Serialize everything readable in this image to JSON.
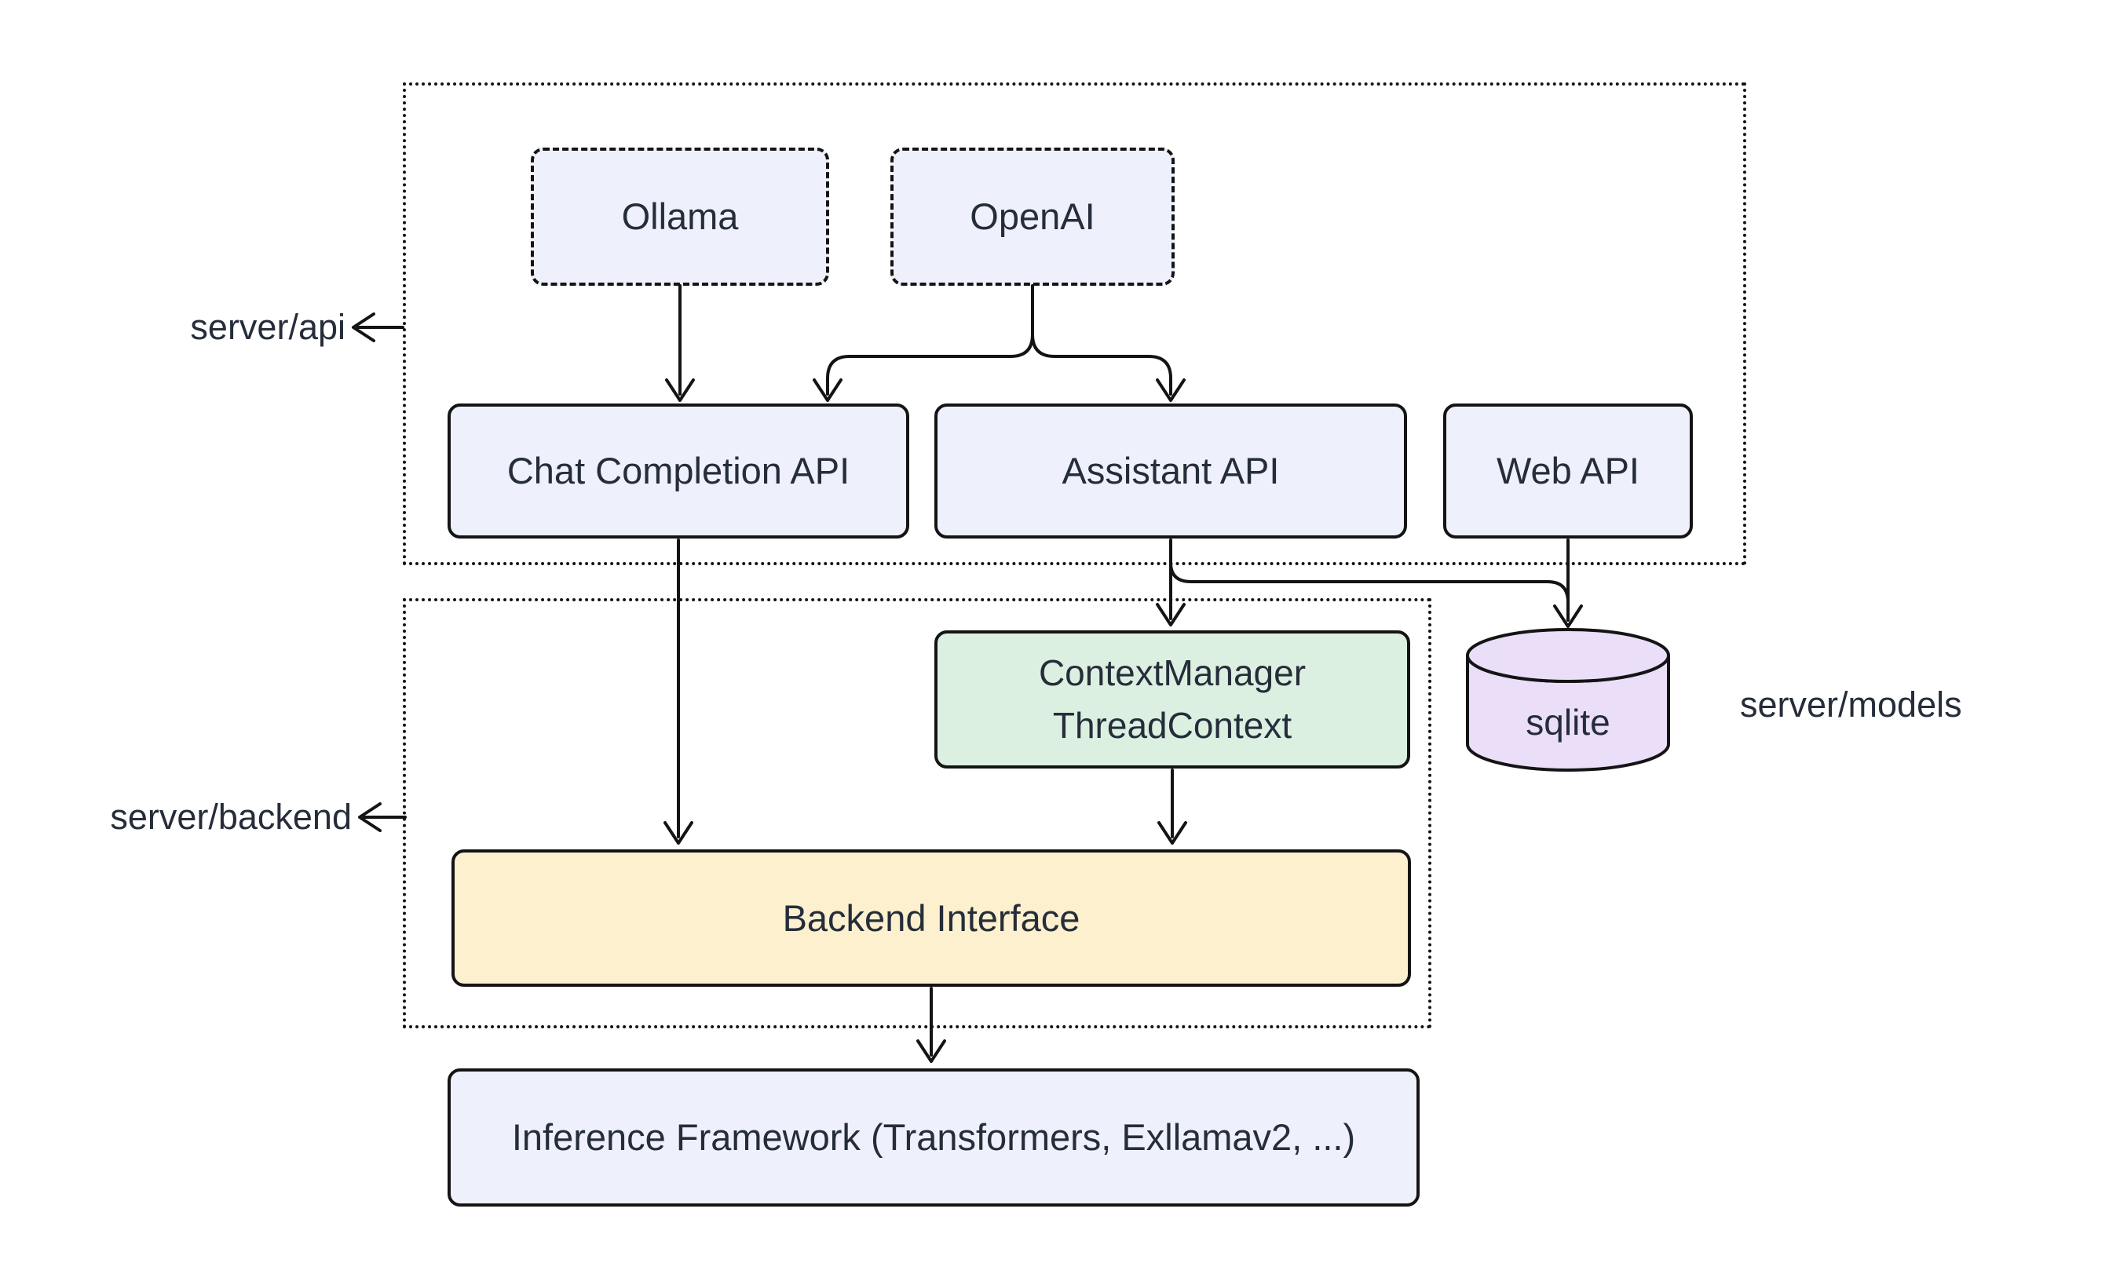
{
  "canvas": {
    "background": "#ffffff"
  },
  "colors": {
    "stroke": "#141414",
    "text": "#262d3a",
    "background": "#ffffff",
    "blue_fill": "#eef1fb",
    "green_fill": "#dcf0e2",
    "yellow_fill": "#fdf0ce",
    "purple_fill": "#eadef8"
  },
  "groups": {
    "api": {
      "label": "server/api"
    },
    "backend": {
      "label": "server/backend"
    },
    "models": {
      "label": "server/models"
    }
  },
  "nodes": {
    "ollama": {
      "label": "Ollama"
    },
    "openai": {
      "label": "OpenAI"
    },
    "chat_completion_api": {
      "label": "Chat Completion API"
    },
    "assistant_api": {
      "label": "Assistant API"
    },
    "web_api": {
      "label": "Web API"
    },
    "context_manager": {
      "line1": "ContextManager",
      "line2": "ThreadContext"
    },
    "backend_interface": {
      "label": "Backend Interface"
    },
    "inference_framework": {
      "label": "Inference Framework (Transformers, Exllamav2, ...)"
    },
    "sqlite": {
      "label": "sqlite"
    }
  },
  "edges": [
    {
      "from": "Ollama",
      "to": "Chat Completion API"
    },
    {
      "from": "OpenAI",
      "to": "Chat Completion API"
    },
    {
      "from": "OpenAI",
      "to": "Assistant API"
    },
    {
      "from": "Chat Completion API",
      "to": "Backend Interface"
    },
    {
      "from": "Assistant API",
      "to": "ContextManager ThreadContext"
    },
    {
      "from": "Assistant API",
      "to": "sqlite"
    },
    {
      "from": "Web API",
      "to": "sqlite"
    },
    {
      "from": "ContextManager ThreadContext",
      "to": "Backend Interface"
    },
    {
      "from": "Backend Interface",
      "to": "Inference Framework (Transformers, Exllamav2, ...)"
    }
  ],
  "annotations": [
    {
      "label": "server/api",
      "points_to": "api group border"
    },
    {
      "label": "server/backend",
      "points_to": "backend group border"
    },
    {
      "label": "server/models",
      "points_to": "sqlite database"
    }
  ]
}
